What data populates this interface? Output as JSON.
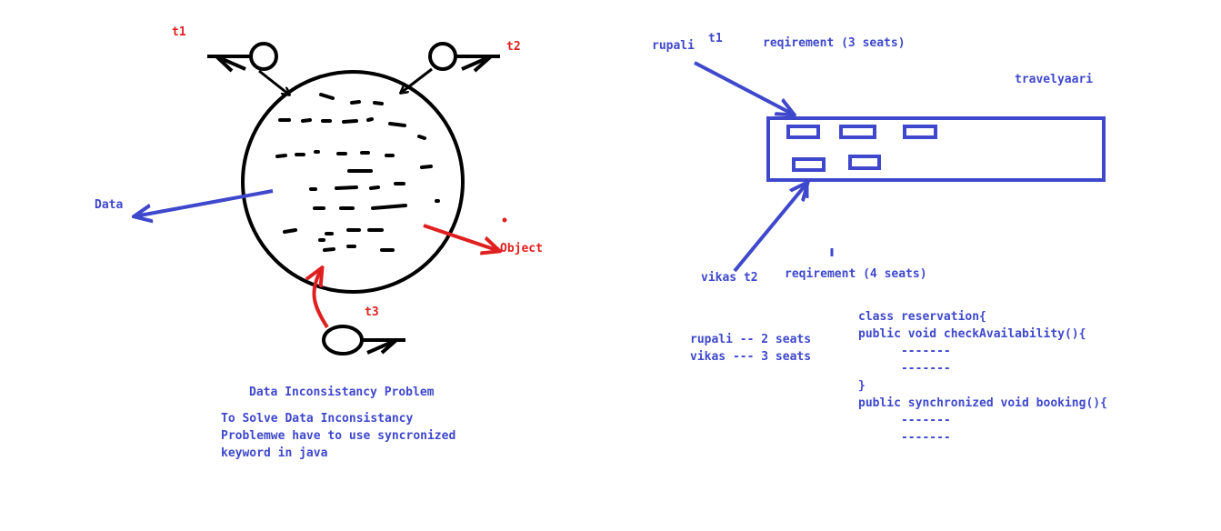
{
  "left": {
    "threads": {
      "t1": "t1",
      "t2": "t2",
      "t3": "t3"
    },
    "data_label": "Data",
    "object_label": "Object",
    "title": "Data Inconsistancy Problem",
    "note_lines": [
      "To Solve Data Inconsistancy",
      "Problemwe have to use syncronized",
      "keyword in java"
    ]
  },
  "right": {
    "user1": "rupali",
    "user1_thread": "t1",
    "req1": "reqirement (3 seats)",
    "site": "travelyaari",
    "user2": "vikas t2",
    "req2": "reqirement (4 seats)",
    "booking_lines": [
      "rupali -- 2 seats",
      "vikas --- 3 seats"
    ],
    "code_lines": [
      "class reservation{",
      "",
      "public void checkAvailability(){",
      "      -------",
      "      -------",
      "}",
      "",
      "public synchronized void booking(){",
      "      -------",
      "      -------"
    ]
  },
  "colors": {
    "black": "#000000",
    "red": "#e02020",
    "blue": "#3f48cc"
  }
}
